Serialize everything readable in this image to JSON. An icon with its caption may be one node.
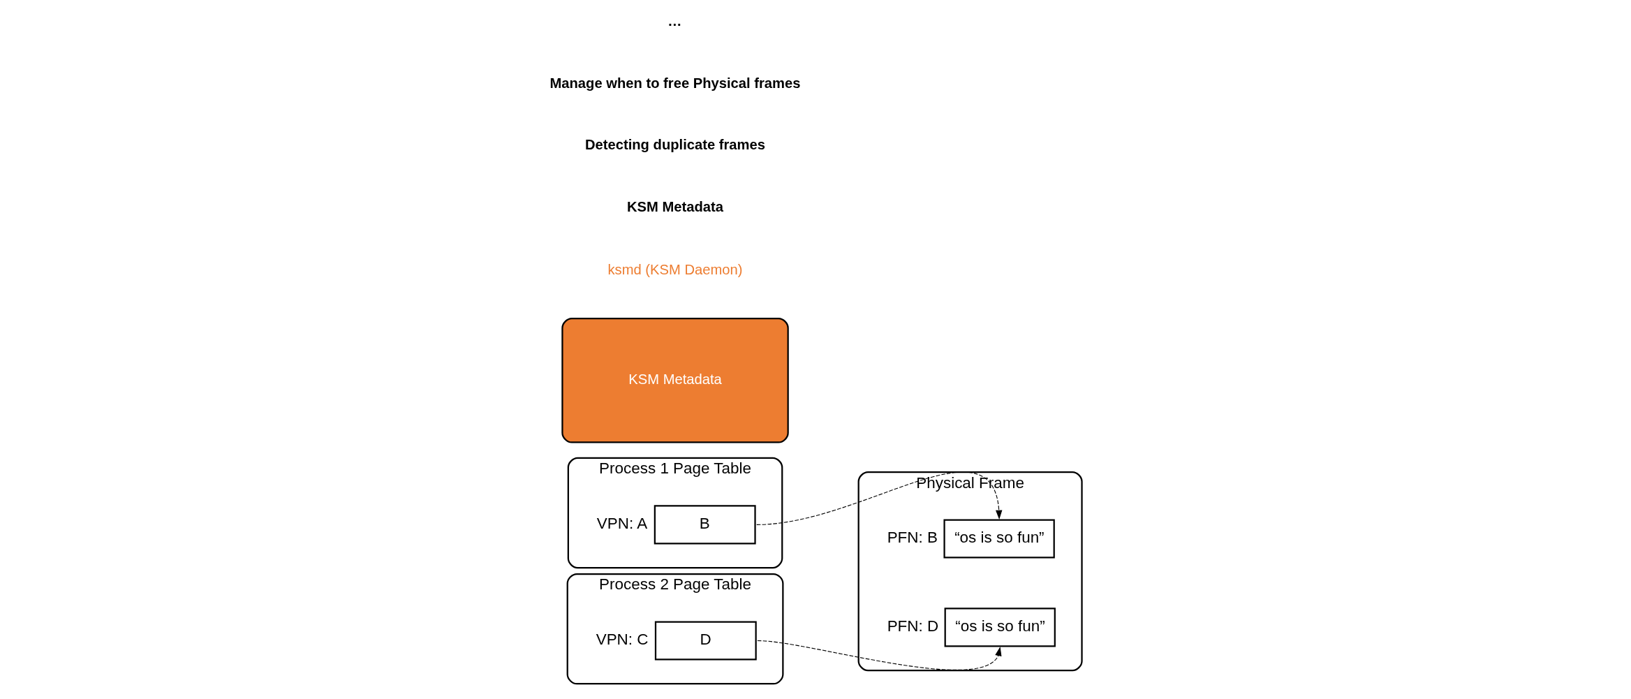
{
  "diagram": {
    "nodes": [
      {
        "text": [
          "Process 1 Page Table"
        ]
      },
      {
        "text": [
          "B"
        ],
        "in": 0,
        "beside": [
          "VPN: A"
        ]
      },
      {
        "text": [
          "Process 2 Page Table"
        ]
      },
      {
        "text": [
          "D"
        ],
        "in": 2,
        "beside": [
          "VPN: C"
        ]
      },
      {
        "text": [
          "Physical Frame"
        ]
      },
      {
        "text": [
          "“os is so fun”"
        ],
        "in": 4,
        "beside": [
          "PFN: D"
        ]
      },
      {
        "text": [
          "“os is so fun”"
        ],
        "in": 4,
        "beside": [
          "PFN: B"
        ]
      },
      {
        "text": [
          "KSM Metadata"
        ]
      }
    ],
    "edges": [
      {
        "from": 1,
        "to": 6,
        "arrow": "to",
        "style": "dashed"
      },
      {
        "from": 3,
        "to": 5,
        "arrow": "to",
        "style": "dashed"
      }
    ],
    "labels": [
      "ksmd (KSM Daemon)",
      "KSM Metadata",
      "Detecting duplicate frames",
      "Manage when to free Physical frames",
      "…"
    ]
  }
}
